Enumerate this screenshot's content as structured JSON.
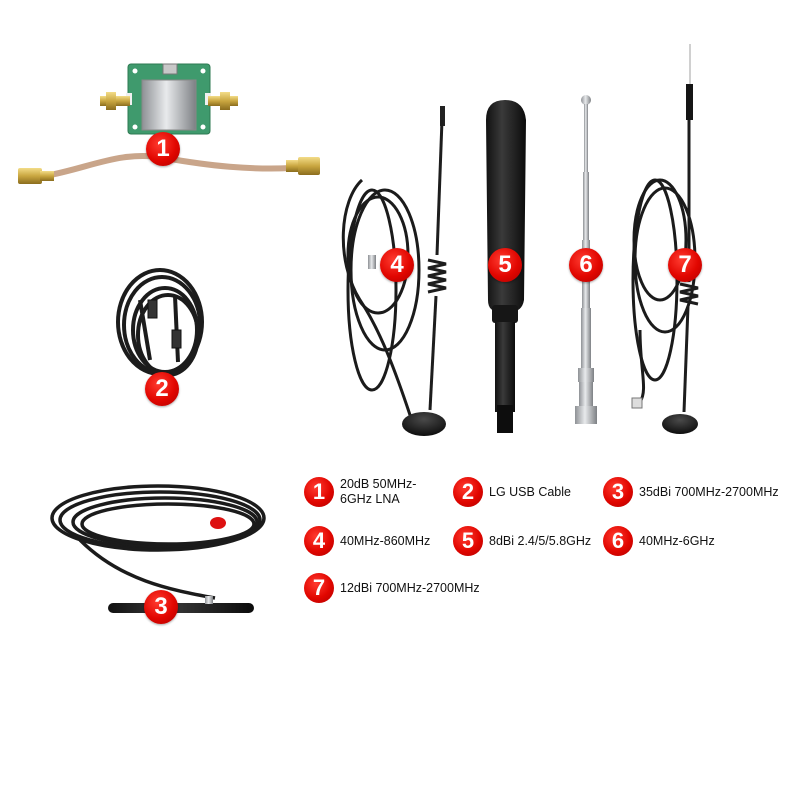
{
  "badges": [
    "1",
    "2",
    "3",
    "4",
    "5",
    "6",
    "7"
  ],
  "legend": [
    {
      "num": "1",
      "text": "20dB 50MHz-\n6GHz LNA"
    },
    {
      "num": "2",
      "text": "LG USB Cable"
    },
    {
      "num": "3",
      "text": "35dBi 700MHz-2700MHz"
    },
    {
      "num": "4",
      "text": "40MHz-860MHz"
    },
    {
      "num": "5",
      "text": "8dBi 2.4/5/5.8GHz"
    },
    {
      "num": "6",
      "text": "40MHz-6GHz"
    },
    {
      "num": "7",
      "text": "12dBi 700MHz-2700MHz"
    }
  ],
  "colors": {
    "badge": "#e10600",
    "pcb": "#3f9a6d",
    "cable_coax": "#c9a58a",
    "antenna": "#1a1a1a",
    "chrome": "#b9bcc0"
  }
}
